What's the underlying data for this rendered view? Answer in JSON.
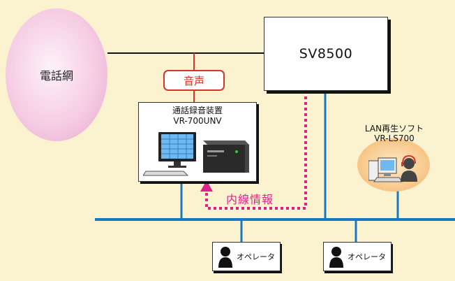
{
  "colors": {
    "background": "#fbf3cf",
    "lan_line": "#1a79c6",
    "voice_accent": "#d8332a",
    "extension_info": "#e0218a",
    "telephone_network": "#f6cde4",
    "lan_software_circle": "#f8c585"
  },
  "telephone_network": {
    "label": "電話網"
  },
  "server": {
    "label": "SV8500"
  },
  "voice_link": {
    "label": "音声"
  },
  "recorder": {
    "title_line1": "通話録音装置",
    "title_line2": "VR-700UNV",
    "icon": "pc-with-recorder-unit-icon"
  },
  "extension_info": {
    "label": "内線情報"
  },
  "lan_software": {
    "line1": "LAN再生ソフト",
    "line2": "VR-LS700",
    "icon": "pc-with-headset-user-icon"
  },
  "operators": [
    {
      "label": "オペレータ",
      "icon": "person-silhouette-icon"
    },
    {
      "label": "オペレータ",
      "icon": "person-silhouette-icon"
    }
  ]
}
